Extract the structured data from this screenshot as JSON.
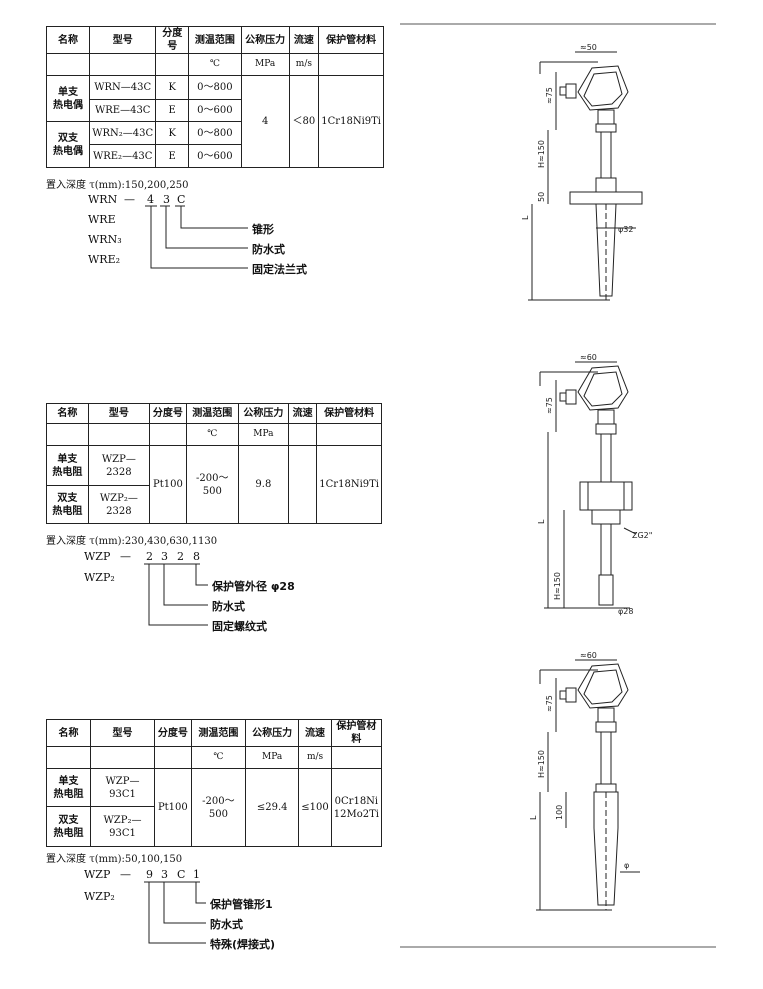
{
  "tables": [
    {
      "headers": [
        "名称",
        "型号",
        "分度号",
        "测温范围",
        "公称压力",
        "流速",
        "保护管材料"
      ],
      "units": [
        "",
        "",
        "",
        "℃",
        "MPa",
        "m/s",
        ""
      ],
      "groups": [
        {
          "name": [
            "单支",
            "热电偶"
          ],
          "models": [
            "WRN—43C",
            "WRE—43C"
          ],
          "grades": [
            "K",
            "E"
          ],
          "ranges": [
            "0～800",
            "0～600"
          ]
        },
        {
          "name": [
            "双支",
            "热电偶"
          ],
          "models": [
            "WRN₂—43C",
            "WRE₂—43C"
          ],
          "grades": [
            "K",
            "E"
          ],
          "ranges": [
            "0～800",
            "0～600"
          ]
        }
      ],
      "pressure": "4",
      "velocity": "＜80",
      "material": "1Cr18Ni9Ti"
    },
    {
      "headers": [
        "名称",
        "型号",
        "分度号",
        "测温范围",
        "公称压力",
        "流速",
        "保护管材料"
      ],
      "units": [
        "",
        "",
        "",
        "℃",
        "MPa",
        "",
        ""
      ],
      "groups": [
        {
          "name": [
            "单支",
            "热电阻"
          ],
          "model": "WZP—2328"
        },
        {
          "name": [
            "双支",
            "热电阻"
          ],
          "model": "WZP₂—2328"
        }
      ],
      "grade": "Pt100",
      "range": "-200～500",
      "pressure": "9.8",
      "velocity": "",
      "material": "1Cr18Ni9Ti"
    },
    {
      "headers": [
        "名称",
        "型号",
        "分度号",
        "测温范围",
        "公称压力",
        "流速",
        "保护管材料"
      ],
      "units": [
        "",
        "",
        "",
        "℃",
        "MPa",
        "m/s",
        ""
      ],
      "groups": [
        {
          "name": [
            "单支",
            "热电阻"
          ],
          "model": "WZP—93C1"
        },
        {
          "name": [
            "双支",
            "热电阻"
          ],
          "model": "WZP₂—93C1"
        }
      ],
      "grade": "Pt100",
      "range": "-200～500",
      "pressure": "≤29.4",
      "velocity": "≤100",
      "material": [
        "0Cr18Ni",
        "12Mo2Ti"
      ]
    }
  ],
  "sections": [
    {
      "depth_label": "置入深度",
      "depth_value": "τ(mm):150,200,250",
      "codes": [
        "WRN",
        "WRE",
        "WRN₃",
        "WRE₂"
      ],
      "dash": "—",
      "digits": [
        "4",
        "3",
        "C"
      ],
      "explanations": [
        "锥形",
        "防水式",
        "固定法兰式"
      ]
    },
    {
      "depth_label": "置入深度",
      "depth_value": "τ(mm):230,430,630,1130",
      "codes": [
        "WZP",
        "WZP₂"
      ],
      "dash": "—",
      "digits": [
        "2",
        "3",
        "2",
        "8"
      ],
      "explanations": [
        "保护管外径 φ28",
        "防水式",
        "固定螺纹式"
      ]
    },
    {
      "depth_label": "置入深度",
      "depth_value": "τ(mm):50,100,150",
      "codes": [
        "WZP",
        "WZP₂"
      ],
      "dash": "—",
      "digits": [
        "9",
        "3",
        "C",
        "1"
      ],
      "explanations": [
        "保护管锥形1",
        "防水式",
        "特殊(焊接式)"
      ]
    }
  ],
  "drawings": [
    {
      "labels": {
        "top": "≈50",
        "head": "≈75",
        "stem": "H≈150",
        "flange": "50",
        "length": "L",
        "dia": "φ32"
      }
    },
    {
      "labels": {
        "top": "≈60",
        "head": "≈75",
        "thread": "ZG2\"",
        "length": "L",
        "stem": "H≈150",
        "dia": "φ28"
      }
    },
    {
      "labels": {
        "top": "≈60",
        "head": "≈75",
        "stem": "H≈150",
        "tip": "100",
        "length": "L",
        "dia": "φ"
      }
    }
  ]
}
